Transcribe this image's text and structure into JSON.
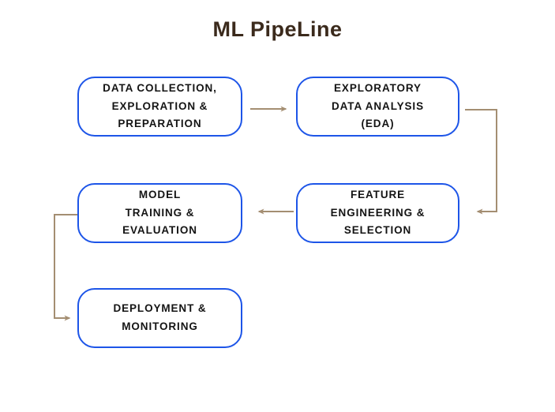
{
  "title": "ML PipeLine",
  "diagram": {
    "nodes": [
      {
        "id": "data-collection",
        "label": "DATA COLLECTION,\nEXPLORATION &\nPREPARATION"
      },
      {
        "id": "eda",
        "label": "EXPLORATORY\nDATA ANALYSIS\n(EDA)"
      },
      {
        "id": "feature-engineering",
        "label": "FEATURE\nENGINEERING &\nSELECTION"
      },
      {
        "id": "model-training",
        "label": "MODEL\nTRAINING &\nEVALUATION"
      },
      {
        "id": "deployment",
        "label": "DEPLOYMENT &\nMONITORING"
      }
    ],
    "edges": [
      {
        "from": "data-collection",
        "to": "eda"
      },
      {
        "from": "eda",
        "to": "feature-engineering"
      },
      {
        "from": "feature-engineering",
        "to": "model-training"
      },
      {
        "from": "model-training",
        "to": "deployment"
      }
    ],
    "colors": {
      "node_border": "#1d55e8",
      "node_shadow": "#cc52dc",
      "node_fill": "#ffffff",
      "arrow": "#a48e72",
      "title_text": "#3b2a1c",
      "node_text": "#141414",
      "background": "#ffffff"
    }
  }
}
